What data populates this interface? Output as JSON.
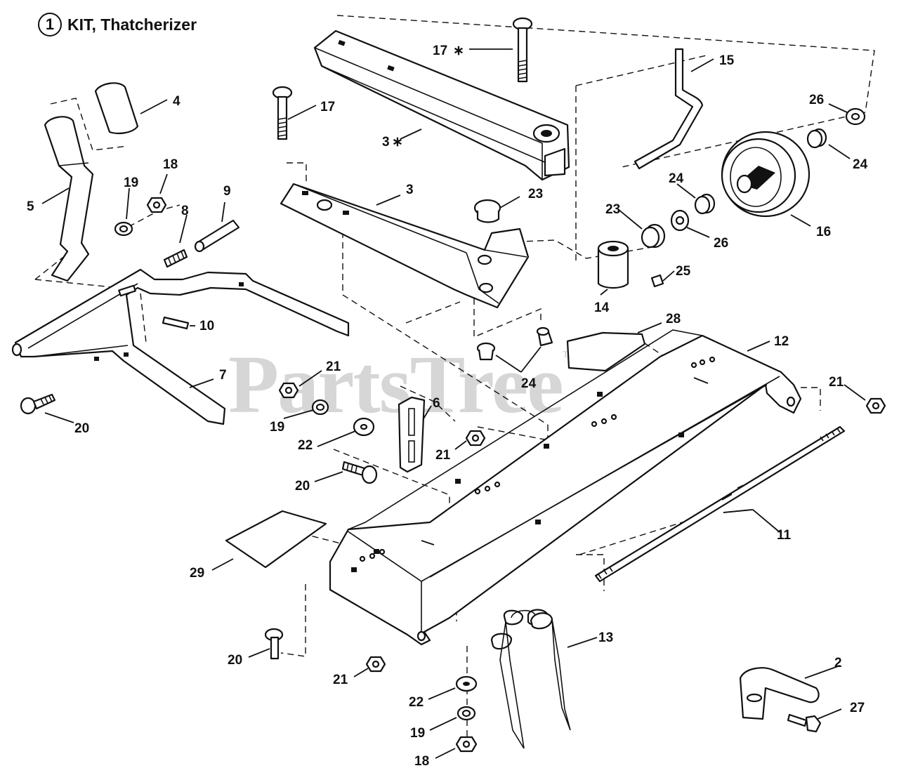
{
  "header": {
    "kit_number": "1",
    "kit_title": "KIT, Thatcherizer"
  },
  "watermark": {
    "text": "PartsTree",
    "trademark": "TM"
  },
  "callouts": {
    "c2": "2",
    "c3a": "3",
    "c3b": "3",
    "c4": "4",
    "c5": "5",
    "c6": "6",
    "c7": "7",
    "c8": "8",
    "c9": "9",
    "c10": "10",
    "c11": "11",
    "c12": "12",
    "c13": "13",
    "c14": "14",
    "c15": "15",
    "c16": "16",
    "c17a": "17",
    "c17b": "17",
    "c18a": "18",
    "c18b": "18",
    "c19a": "19",
    "c19b": "19",
    "c19c": "19",
    "c20a": "20",
    "c20b": "20",
    "c20c": "20",
    "c21a": "21",
    "c21b": "21",
    "c21c": "21",
    "c21d": "21",
    "c22a": "22",
    "c22b": "22",
    "c23a": "23",
    "c23b": "23",
    "c24a": "24",
    "c24b": "24",
    "c24c": "24",
    "c25": "25",
    "c26a": "26",
    "c26b": "26",
    "c27": "27",
    "c28": "28",
    "c29": "29"
  }
}
